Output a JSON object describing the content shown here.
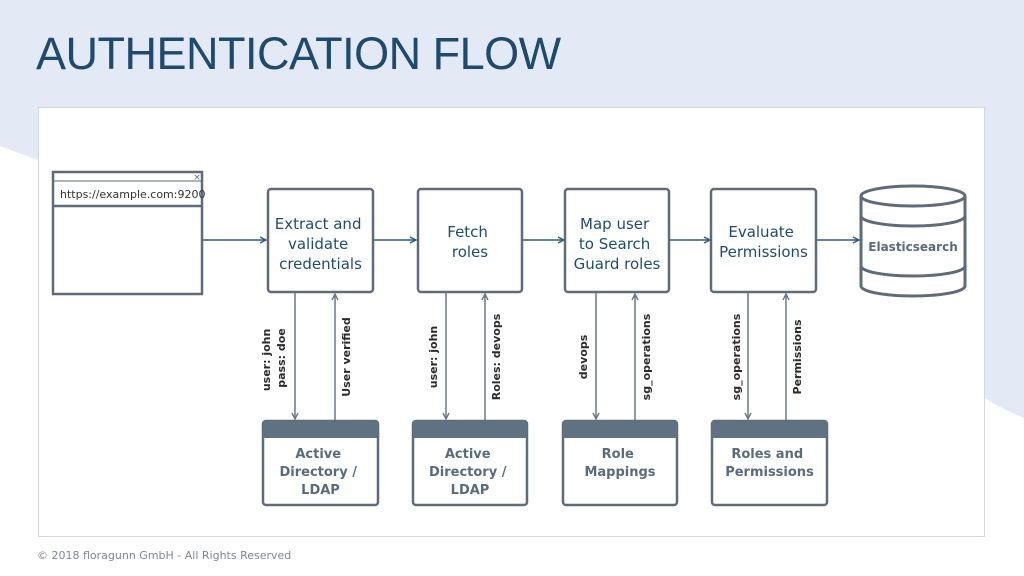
{
  "title": "AUTHENTICATION FLOW",
  "browser": {
    "url": "https://example.com:9200",
    "close_glyph": "×"
  },
  "steps": [
    {
      "lines": [
        "Extract and",
        "validate",
        "credentials"
      ]
    },
    {
      "lines": [
        "Fetch",
        "roles"
      ]
    },
    {
      "lines": [
        "Map user",
        "to Search",
        "Guard roles"
      ]
    },
    {
      "lines": [
        "Evaluate",
        "Permissions"
      ]
    }
  ],
  "elasticsearch": {
    "label": "Elasticsearch"
  },
  "sources": [
    {
      "lines": [
        "Active",
        "Directory /",
        "LDAP"
      ]
    },
    {
      "lines": [
        "Active",
        "Directory /",
        "LDAP"
      ]
    },
    {
      "lines": [
        "Role",
        "Mappings"
      ]
    },
    {
      "lines": [
        "Roles and",
        "Permissions"
      ]
    }
  ],
  "flow_labels": [
    {
      "lines": [
        "user: john",
        "pass: doe"
      ]
    },
    {
      "lines": [
        "User verified"
      ]
    },
    {
      "lines": [
        "user: john"
      ]
    },
    {
      "lines": [
        "Roles: devops"
      ]
    },
    {
      "lines": [
        "devops"
      ]
    },
    {
      "lines": [
        "sg_operations"
      ]
    },
    {
      "lines": [
        "sg_operations"
      ]
    },
    {
      "lines": [
        "Permissions"
      ]
    }
  ],
  "footer": "© 2018 floragunn GmbH - All Rights Reserved",
  "colors": {
    "title": "#1d4a6e",
    "background_band": "#e3e9f5",
    "box_border": "#5f6b78",
    "arrow": "#2e5a84",
    "step_text": "#1f4c73",
    "source_header": "#5f7282"
  }
}
